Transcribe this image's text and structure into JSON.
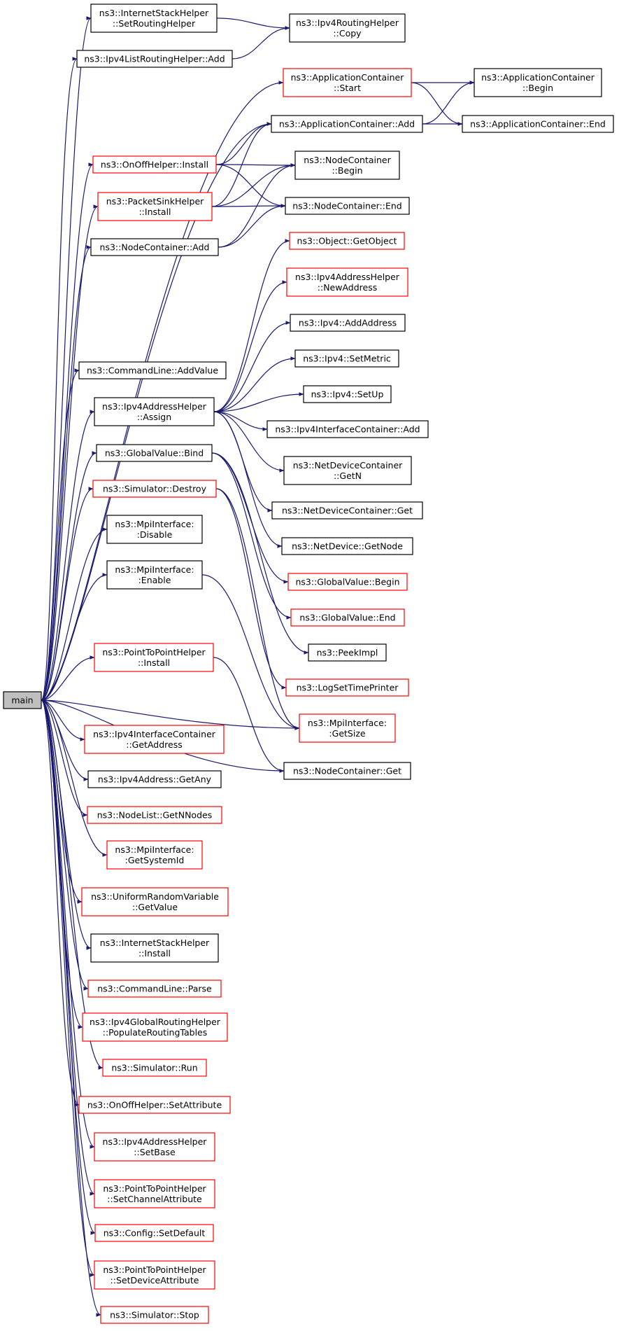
{
  "colors": {
    "edge": "#191970",
    "normal_border": "#000000",
    "truncated_border": "#ff0000",
    "root_fill": "#bfbfbf",
    "node_fill": "#ffffff"
  },
  "graph": {
    "root": "main",
    "nodes": [
      {
        "id": "main",
        "lines": [
          "main"
        ],
        "style": "root"
      },
      {
        "id": "ish_setrouting",
        "lines": [
          "ns3::InternetStackHelper",
          "::SetRoutingHelper"
        ],
        "style": "normal"
      },
      {
        "id": "ipv4rh_copy",
        "lines": [
          "ns3::Ipv4RoutingHelper",
          "::Copy"
        ],
        "style": "normal"
      },
      {
        "id": "ipv4lrh_add",
        "lines": [
          "ns3::Ipv4ListRoutingHelper::Add"
        ],
        "style": "normal"
      },
      {
        "id": "ac_start",
        "lines": [
          "ns3::ApplicationContainer",
          "::Start"
        ],
        "style": "truncated"
      },
      {
        "id": "ac_begin",
        "lines": [
          "ns3::ApplicationContainer",
          "::Begin"
        ],
        "style": "normal"
      },
      {
        "id": "ac_add",
        "lines": [
          "ns3::ApplicationContainer::Add"
        ],
        "style": "normal"
      },
      {
        "id": "ac_end",
        "lines": [
          "ns3::ApplicationContainer::End"
        ],
        "style": "normal"
      },
      {
        "id": "onoff_install",
        "lines": [
          "ns3::OnOffHelper::Install"
        ],
        "style": "truncated"
      },
      {
        "id": "nc_begin",
        "lines": [
          "ns3::NodeContainer",
          "::Begin"
        ],
        "style": "normal"
      },
      {
        "id": "psh_install",
        "lines": [
          "ns3::PacketSinkHelper",
          "::Install"
        ],
        "style": "truncated"
      },
      {
        "id": "nc_end",
        "lines": [
          "ns3::NodeContainer::End"
        ],
        "style": "normal"
      },
      {
        "id": "nc_add",
        "lines": [
          "ns3::NodeContainer::Add"
        ],
        "style": "normal"
      },
      {
        "id": "obj_getobject",
        "lines": [
          "ns3::Object::GetObject"
        ],
        "style": "truncated"
      },
      {
        "id": "ipv4ah_newaddr",
        "lines": [
          "ns3::Ipv4AddressHelper",
          "::NewAddress"
        ],
        "style": "truncated"
      },
      {
        "id": "ipv4_addaddr",
        "lines": [
          "ns3::Ipv4::AddAddress"
        ],
        "style": "normal"
      },
      {
        "id": "cl_addvalue",
        "lines": [
          "ns3::CommandLine::AddValue"
        ],
        "style": "normal"
      },
      {
        "id": "ipv4_setmetric",
        "lines": [
          "ns3::Ipv4::SetMetric"
        ],
        "style": "normal"
      },
      {
        "id": "ipv4ah_assign",
        "lines": [
          "ns3::Ipv4AddressHelper",
          "::Assign"
        ],
        "style": "normal"
      },
      {
        "id": "ipv4_setup",
        "lines": [
          "ns3::Ipv4::SetUp"
        ],
        "style": "normal"
      },
      {
        "id": "ipv4ic_add",
        "lines": [
          "ns3::Ipv4InterfaceContainer::Add"
        ],
        "style": "normal"
      },
      {
        "id": "gv_bind",
        "lines": [
          "ns3::GlobalValue::Bind"
        ],
        "style": "normal"
      },
      {
        "id": "ndc_getn",
        "lines": [
          "ns3::NetDeviceContainer",
          "::GetN"
        ],
        "style": "normal"
      },
      {
        "id": "sim_destroy",
        "lines": [
          "ns3::Simulator::Destroy"
        ],
        "style": "truncated"
      },
      {
        "id": "ndc_get",
        "lines": [
          "ns3::NetDeviceContainer::Get"
        ],
        "style": "normal"
      },
      {
        "id": "mpi_disable",
        "lines": [
          "ns3::MpiInterface:",
          ":Disable"
        ],
        "style": "normal"
      },
      {
        "id": "nd_getnode",
        "lines": [
          "ns3::NetDevice::GetNode"
        ],
        "style": "normal"
      },
      {
        "id": "mpi_enable",
        "lines": [
          "ns3::MpiInterface:",
          ":Enable"
        ],
        "style": "normal"
      },
      {
        "id": "gv_begin",
        "lines": [
          "ns3::GlobalValue::Begin"
        ],
        "style": "truncated"
      },
      {
        "id": "gv_end",
        "lines": [
          "ns3::GlobalValue::End"
        ],
        "style": "truncated"
      },
      {
        "id": "p2p_install",
        "lines": [
          "ns3::PointToPointHelper",
          "::Install"
        ],
        "style": "truncated"
      },
      {
        "id": "peekimpl",
        "lines": [
          "ns3::PeekImpl"
        ],
        "style": "normal"
      },
      {
        "id": "logsettime",
        "lines": [
          "ns3::LogSetTimePrinter"
        ],
        "style": "truncated"
      },
      {
        "id": "mpi_getsize",
        "lines": [
          "ns3::MpiInterface:",
          ":GetSize"
        ],
        "style": "truncated"
      },
      {
        "id": "ipv4ic_getaddr",
        "lines": [
          "ns3::Ipv4InterfaceContainer",
          "::GetAddress"
        ],
        "style": "truncated"
      },
      {
        "id": "nc_get",
        "lines": [
          "ns3::NodeContainer::Get"
        ],
        "style": "normal"
      },
      {
        "id": "ipv4addr_getany",
        "lines": [
          "ns3::Ipv4Address::GetAny"
        ],
        "style": "normal"
      },
      {
        "id": "nl_getnnodes",
        "lines": [
          "ns3::NodeList::GetNNodes"
        ],
        "style": "truncated"
      },
      {
        "id": "mpi_getsysid",
        "lines": [
          "ns3::MpiInterface:",
          ":GetSystemId"
        ],
        "style": "truncated"
      },
      {
        "id": "urv_getvalue",
        "lines": [
          "ns3::UniformRandomVariable",
          "::GetValue"
        ],
        "style": "truncated"
      },
      {
        "id": "ish_install",
        "lines": [
          "ns3::InternetStackHelper",
          "::Install"
        ],
        "style": "normal"
      },
      {
        "id": "cl_parse",
        "lines": [
          "ns3::CommandLine::Parse"
        ],
        "style": "truncated"
      },
      {
        "id": "ipv4grh_populate",
        "lines": [
          "ns3::Ipv4GlobalRoutingHelper",
          "::PopulateRoutingTables"
        ],
        "style": "truncated"
      },
      {
        "id": "sim_run",
        "lines": [
          "ns3::Simulator::Run"
        ],
        "style": "truncated"
      },
      {
        "id": "onoff_setattr",
        "lines": [
          "ns3::OnOffHelper::SetAttribute"
        ],
        "style": "truncated"
      },
      {
        "id": "ipv4ah_setbase",
        "lines": [
          "ns3::Ipv4AddressHelper",
          "::SetBase"
        ],
        "style": "truncated"
      },
      {
        "id": "p2p_setchannel",
        "lines": [
          "ns3::PointToPointHelper",
          "::SetChannelAttribute"
        ],
        "style": "truncated"
      },
      {
        "id": "cfg_setdefault",
        "lines": [
          "ns3::Config::SetDefault"
        ],
        "style": "truncated"
      },
      {
        "id": "p2p_setdevice",
        "lines": [
          "ns3::PointToPointHelper",
          "::SetDeviceAttribute"
        ],
        "style": "truncated"
      },
      {
        "id": "sim_stop",
        "lines": [
          "ns3::Simulator::Stop"
        ],
        "style": "truncated"
      }
    ],
    "edges": [
      [
        "main",
        "ish_setrouting"
      ],
      [
        "main",
        "ipv4lrh_add"
      ],
      [
        "main",
        "ac_start"
      ],
      [
        "main",
        "ac_add"
      ],
      [
        "main",
        "onoff_install"
      ],
      [
        "main",
        "psh_install"
      ],
      [
        "main",
        "nc_add"
      ],
      [
        "main",
        "cl_addvalue"
      ],
      [
        "main",
        "ipv4ah_assign"
      ],
      [
        "main",
        "gv_bind"
      ],
      [
        "main",
        "sim_destroy"
      ],
      [
        "main",
        "mpi_disable"
      ],
      [
        "main",
        "mpi_enable"
      ],
      [
        "main",
        "mpi_getsize"
      ],
      [
        "main",
        "p2p_install"
      ],
      [
        "main",
        "nc_get"
      ],
      [
        "main",
        "ipv4ic_getaddr"
      ],
      [
        "main",
        "ipv4addr_getany"
      ],
      [
        "main",
        "nl_getnnodes"
      ],
      [
        "main",
        "mpi_getsysid"
      ],
      [
        "main",
        "urv_getvalue"
      ],
      [
        "main",
        "ish_install"
      ],
      [
        "main",
        "cl_parse"
      ],
      [
        "main",
        "ipv4grh_populate"
      ],
      [
        "main",
        "sim_run"
      ],
      [
        "main",
        "onoff_setattr"
      ],
      [
        "main",
        "ipv4ah_setbase"
      ],
      [
        "main",
        "p2p_setchannel"
      ],
      [
        "main",
        "cfg_setdefault"
      ],
      [
        "main",
        "p2p_setdevice"
      ],
      [
        "main",
        "sim_stop"
      ],
      [
        "ish_setrouting",
        "ipv4rh_copy"
      ],
      [
        "ipv4lrh_add",
        "ipv4rh_copy"
      ],
      [
        "ac_start",
        "ac_begin"
      ],
      [
        "ac_start",
        "ac_end"
      ],
      [
        "ac_add",
        "ac_begin"
      ],
      [
        "ac_add",
        "ac_end"
      ],
      [
        "onoff_install",
        "ac_add"
      ],
      [
        "onoff_install",
        "nc_begin"
      ],
      [
        "onoff_install",
        "nc_end"
      ],
      [
        "psh_install",
        "ac_add"
      ],
      [
        "psh_install",
        "nc_begin"
      ],
      [
        "psh_install",
        "nc_end"
      ],
      [
        "nc_add",
        "nc_begin"
      ],
      [
        "nc_add",
        "nc_end"
      ],
      [
        "ipv4ah_assign",
        "obj_getobject"
      ],
      [
        "ipv4ah_assign",
        "ipv4ah_newaddr"
      ],
      [
        "ipv4ah_assign",
        "ipv4_addaddr"
      ],
      [
        "ipv4ah_assign",
        "ipv4_setmetric"
      ],
      [
        "ipv4ah_assign",
        "ipv4_setup"
      ],
      [
        "ipv4ah_assign",
        "ipv4ic_add"
      ],
      [
        "ipv4ah_assign",
        "ndc_getn"
      ],
      [
        "ipv4ah_assign",
        "ndc_get"
      ],
      [
        "ipv4ah_assign",
        "nd_getnode"
      ],
      [
        "gv_bind",
        "gv_begin"
      ],
      [
        "gv_bind",
        "gv_end"
      ],
      [
        "gv_bind",
        "peekimpl"
      ],
      [
        "sim_destroy",
        "logsettime"
      ],
      [
        "sim_destroy",
        "mpi_getsize"
      ],
      [
        "mpi_enable",
        "mpi_getsize"
      ],
      [
        "p2p_install",
        "nc_get"
      ]
    ]
  }
}
